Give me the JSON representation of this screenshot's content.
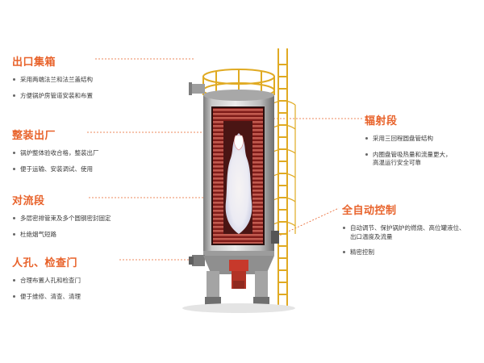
{
  "features": [
    {
      "key": "outlet-header",
      "title": "出口集箱",
      "bullets": [
        [
          "采用两端法兰和法兰盖结构"
        ],
        [
          "方便锅炉房管道安装和布置"
        ]
      ]
    },
    {
      "key": "skid-mounted",
      "title": "整装出厂",
      "bullets": [
        [
          "锅炉整体验收合格，整装出厂"
        ],
        [
          "便于运输、安装调试、使用"
        ]
      ]
    },
    {
      "key": "convection-section",
      "title": "对流段",
      "bullets": [
        [
          "多层密排管束及多个圆钢密封固定"
        ],
        [
          "杜绝烟气短路"
        ]
      ]
    },
    {
      "key": "manhole",
      "title": "人孔、检查门",
      "bullets": [
        [
          "合理布置人孔和检查门"
        ],
        [
          "便于维修、清查、清理"
        ]
      ]
    },
    {
      "key": "radiant-section",
      "title": "辐射段",
      "bullets": [
        [
          "采用三回程圆盘管结构"
        ],
        [
          "内圈盘管吸热量和流量更大，",
          "高温运行安全可靠"
        ]
      ]
    },
    {
      "key": "auto-control",
      "title": "全自动控制",
      "bullets": [
        [
          "自动调节、保护锅炉的燃烧、高位罐液位、",
          "出口温度及流量"
        ],
        [
          "精密控制"
        ]
      ]
    }
  ],
  "colors": {
    "accent": "#e8622a",
    "shell": "#d4d4d4",
    "shell_dark": "#8c8c8c",
    "coil": "#8a1f1c",
    "ladder": "#e0aa22",
    "burner": "#c7392b"
  }
}
